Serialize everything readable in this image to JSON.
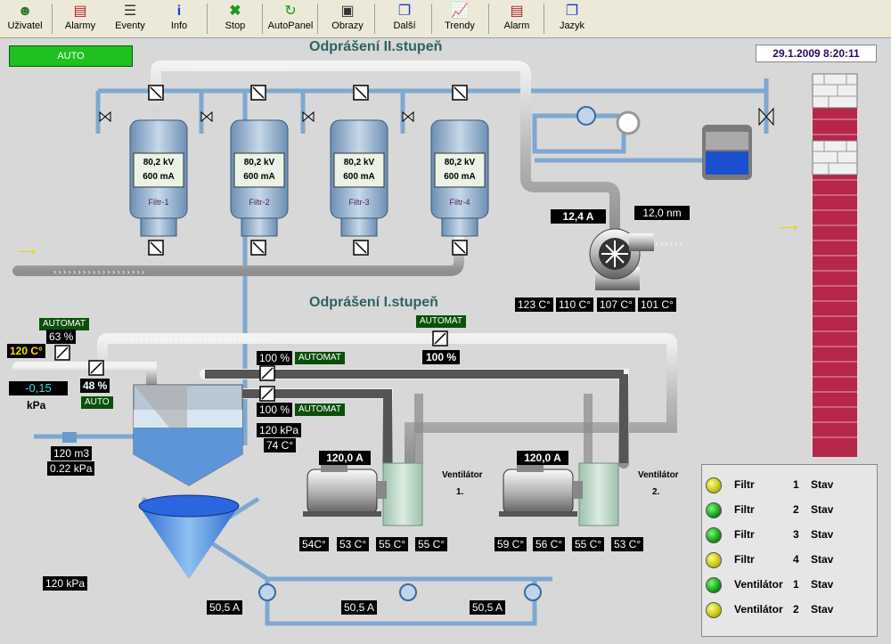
{
  "toolbar": {
    "items": [
      {
        "label": "Uživatel",
        "icon": "user-icon",
        "color": "#2a7a2a"
      },
      {
        "label": "Alarmy",
        "icon": "alarm-list-icon",
        "color": "#b0222b"
      },
      {
        "label": "Eventy",
        "icon": "event-list-icon",
        "color": "#333333"
      },
      {
        "label": "Info",
        "icon": "info-icon",
        "color": "#1a3ad0"
      },
      {
        "label": "Stop",
        "icon": "stop-icon",
        "color": "#1a9a1a"
      },
      {
        "label": "AutoPanel",
        "icon": "autopanel-icon",
        "color": "#1a9a1a"
      },
      {
        "label": "Obrazy",
        "icon": "images-icon",
        "color": "#333333"
      },
      {
        "label": "Další",
        "icon": "next-icon",
        "color": "#1a3ad0"
      },
      {
        "label": "Trendy",
        "icon": "trend-icon",
        "color": "#6a4ab0"
      },
      {
        "label": "Alarm",
        "icon": "alarm-icon",
        "color": "#b0222b"
      },
      {
        "label": "Jazyk",
        "icon": "language-icon",
        "color": "#1a3ad0"
      }
    ]
  },
  "auto_status": "AUTO",
  "datetime": "29.1.2009 8:20:11",
  "section_top": "Odprášení II.stupeň",
  "section_bottom": "Odprášení I.stupeň",
  "filters": [
    {
      "kv": "80,2 kV",
      "ma": "600 mA",
      "name": "Filtr-1"
    },
    {
      "kv": "80,2 kV",
      "ma": "600 mA",
      "name": "Filtr-2"
    },
    {
      "kv": "80,2 kV",
      "ma": "600 mA",
      "name": "Filtr-3"
    },
    {
      "kv": "80,2 kV",
      "ma": "600 mA",
      "name": "Filtr-4"
    }
  ],
  "fan_main": {
    "current": "12,4 A",
    "speed": "12,0 nm",
    "temps": [
      "123 C°",
      "110 C°",
      "107 C°",
      "101 C°"
    ]
  },
  "stage1": {
    "automat_label": "AUTOMAT",
    "auto_label": "AUTO",
    "valve_left_pct": "63 %",
    "temp_in": "120 C°",
    "valve_mid_pct": "48 %",
    "pressure": "-0,15",
    "pressure_unit": "kPa",
    "valve_top_pct": "100 %",
    "valve_r1_pct": "100 %",
    "valve_r2_pct": "100 %",
    "flow": "120 m3",
    "flow_pressure": "0.22 kPa",
    "hopper_pressure": "120 kPa",
    "hopper_temp": "74 C°",
    "bottom_pressure": "120 kPa",
    "pump_currents": [
      "50,5 A",
      "50,5 A",
      "50,5 A"
    ]
  },
  "ventilators": [
    {
      "current": "120,0 A",
      "label1": "Ventilátor",
      "label2": "1.",
      "temps": [
        "54C°",
        "53 C°",
        "55 C°",
        "55 C°"
      ]
    },
    {
      "current": "120,0 A",
      "label1": "Ventilátor",
      "label2": "2.",
      "temps": [
        "59 C°",
        "56 C°",
        "55 C°",
        "53 C°"
      ]
    }
  ],
  "legend": [
    {
      "name": "Filtr",
      "num": "1",
      "status": "Stav",
      "color": "#c8c800"
    },
    {
      "name": "Filtr",
      "num": "2",
      "status": "Stav",
      "color": "#22aa22"
    },
    {
      "name": "Filtr",
      "num": "3",
      "status": "Stav",
      "color": "#22aa22"
    },
    {
      "name": "Filtr",
      "num": "4",
      "status": "Stav",
      "color": "#c8c800"
    },
    {
      "name": "Ventilátor",
      "num": "1",
      "status": "Stav",
      "color": "#22aa22"
    },
    {
      "name": "Ventilátor",
      "num": "2",
      "status": "Stav",
      "color": "#c8c800"
    }
  ]
}
